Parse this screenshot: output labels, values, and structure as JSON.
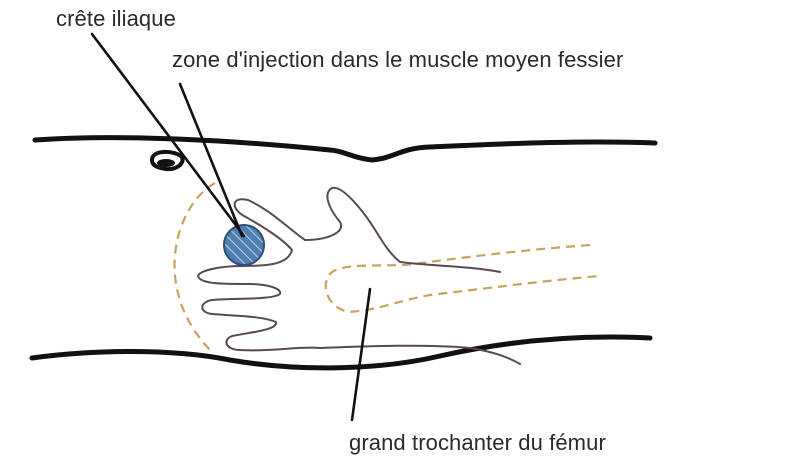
{
  "labels": {
    "crete_iliaque": "crête iliaque",
    "zone_injection": "zone d'injection dans le muscle moyen fessier",
    "grand_trochanter": "grand trochanter du fémur"
  },
  "colors": {
    "outline": "#111111",
    "hand": "#5a4a50",
    "dashed": "#c8a060",
    "injection_fill": "#4f7fb0",
    "injection_stroke": "#2c4f7a",
    "text": "#2a2a2a"
  }
}
